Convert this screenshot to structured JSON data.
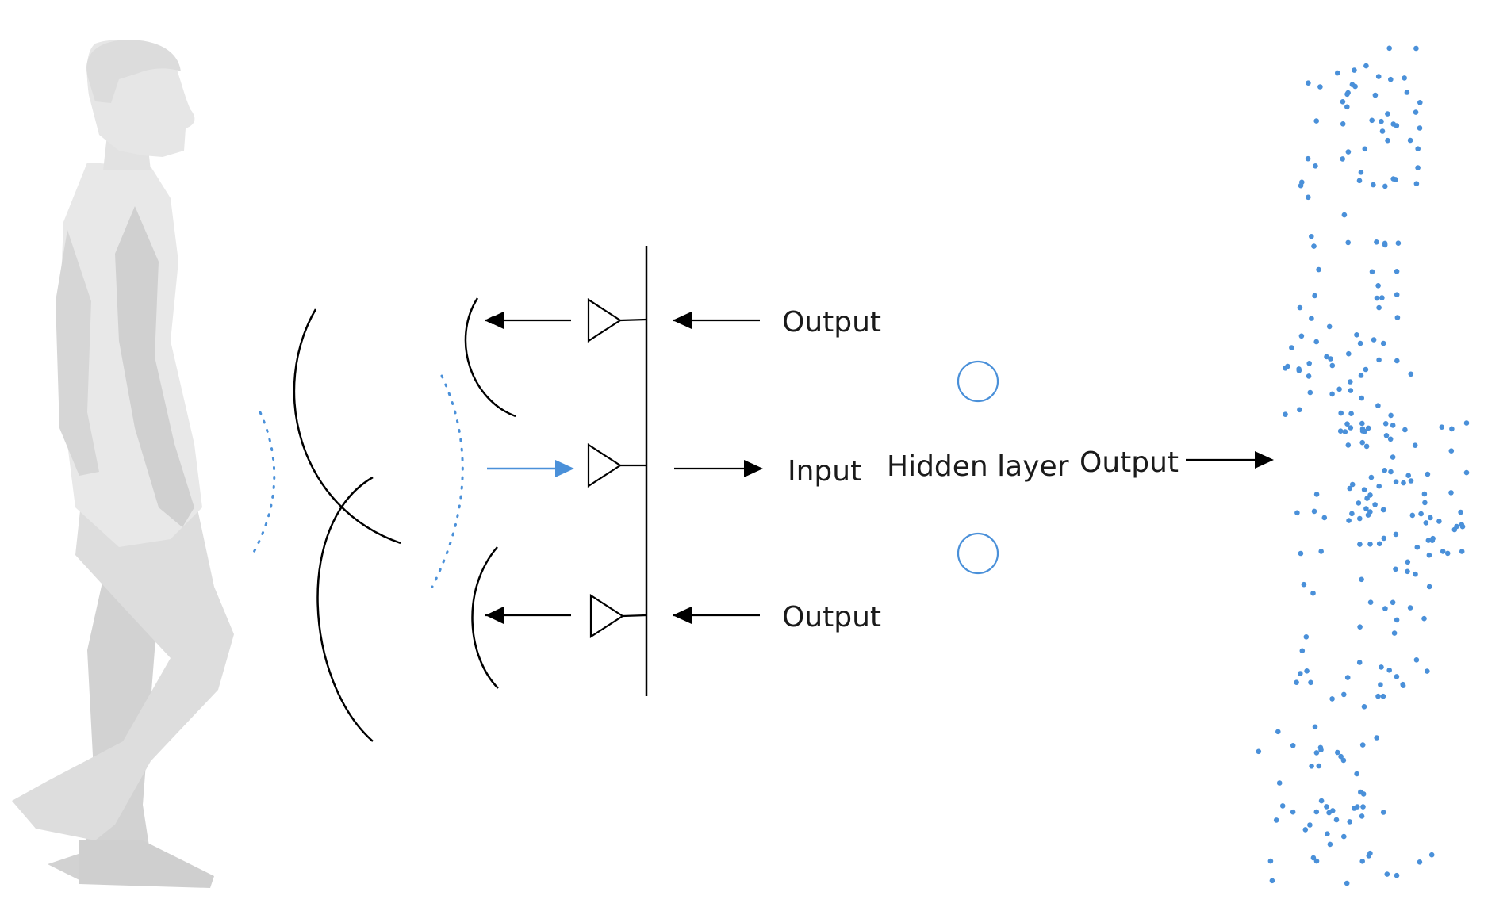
{
  "diagram": {
    "labels": {
      "output_top": "Output",
      "input": "Input",
      "output_bottom": "Output",
      "hidden_layer": "Hidden layer",
      "output_right": "Output"
    },
    "colors": {
      "accent": "#4a90d9",
      "line": "#000000",
      "figure_light": "#e6e6e6",
      "figure_dark": "#cfcfcf"
    },
    "icons": {
      "person": "walking-person-icon",
      "amplifier": "triangle-amplifier-icon",
      "hidden_node": "circle-node-icon"
    }
  }
}
